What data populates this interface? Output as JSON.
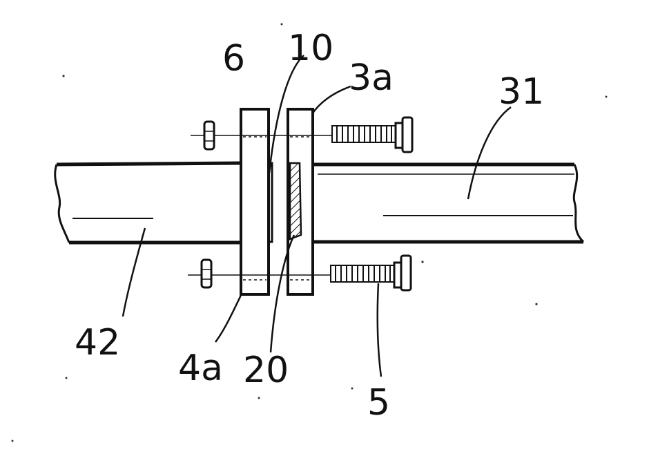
{
  "figure": {
    "labels": {
      "l6": "6",
      "l10": "10",
      "l3a": "3a",
      "l31": "31",
      "l42": "42",
      "l4a": "4a",
      "l20": "20",
      "l5": "5"
    }
  }
}
